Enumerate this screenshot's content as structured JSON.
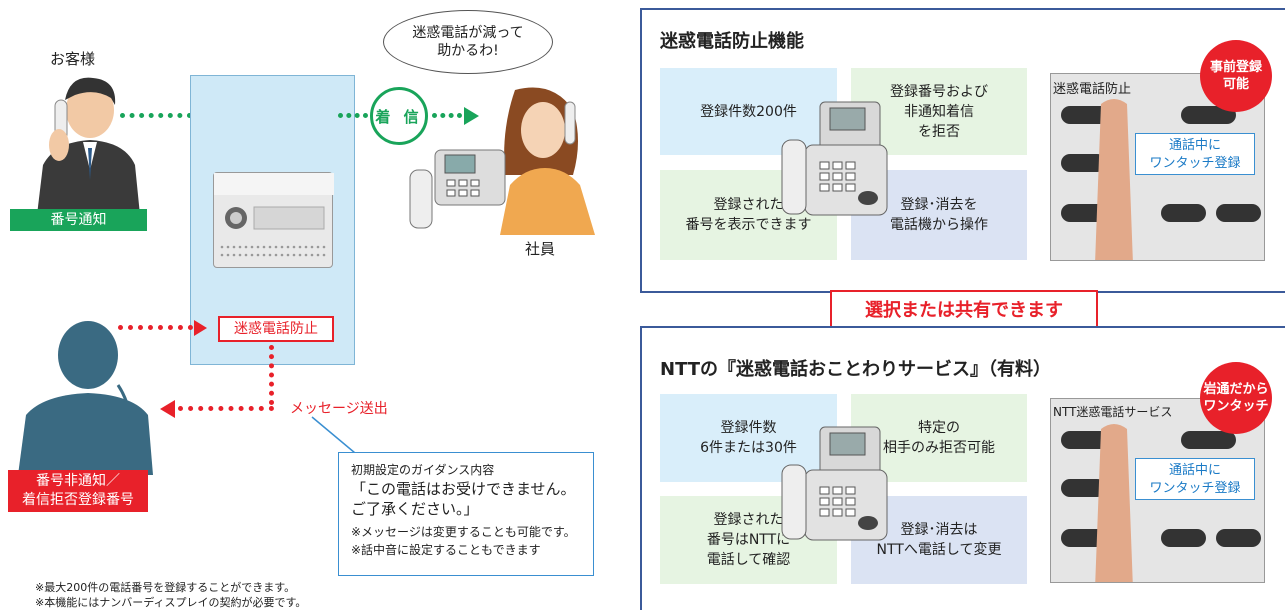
{
  "left": {
    "customer_label": "お客様",
    "caller_id_tag": "番号通知",
    "speech_bubble": [
      "迷惑電話が減って",
      "助かるわ!"
    ],
    "incoming_label": "着 信",
    "employee_label": "社員",
    "block_label": "迷惑電話防止",
    "message_sent_label": "メッセージ送出",
    "anonymous_tag": [
      "番号非通知／",
      "着信拒否登録番号"
    ],
    "guidance": {
      "heading": "初期設定のガイダンス内容",
      "message": [
        "「この電話はお受けできません。",
        "ご了承ください。」"
      ],
      "notes": [
        "※メッセージは変更することも可能です。",
        "※話中音に設定することもできます"
      ]
    },
    "footnotes": [
      "※最大200件の電話番号を登録することができます。",
      "※本機能にはナンバーディスプレイの契約が必要です。"
    ]
  },
  "panel1": {
    "title": "迷惑電話防止機能",
    "cells": {
      "a": [
        "登録件数200件"
      ],
      "b": [
        "登録番号および",
        "非通知着信",
        "を拒否"
      ],
      "c": [
        "登録された",
        "番号を表示できます"
      ],
      "d": [
        "登録･消去を",
        "電話機から操作"
      ]
    },
    "photo_label": "迷惑電話防止",
    "badge": [
      "事前登録",
      "可能"
    ],
    "callout": [
      "通話中に",
      "ワンタッチ登録"
    ]
  },
  "share_label": "選択または共有できます",
  "panel2": {
    "title": "NTTの『迷惑電話おことわりサービス』（有料）",
    "cells": {
      "a": [
        "登録件数",
        "6件または30件"
      ],
      "b": [
        "特定の",
        "相手のみ拒否可能"
      ],
      "c": [
        "登録された",
        "番号はNTTに",
        "電話して確認"
      ],
      "d": [
        "登録･消去は",
        "NTTへ電話して変更"
      ]
    },
    "photo_label": "NTT迷惑電話サービス",
    "badge": [
      "岩通だから",
      "ワンタッチ"
    ],
    "callout": [
      "通話中に",
      "ワンタッチ登録"
    ]
  },
  "colors": {
    "green": "#19a45a",
    "red": "#e8212a",
    "navy": "#3b5a9a",
    "blue": "#3a8fd1",
    "pbx_bg": "#cfe9f7"
  }
}
